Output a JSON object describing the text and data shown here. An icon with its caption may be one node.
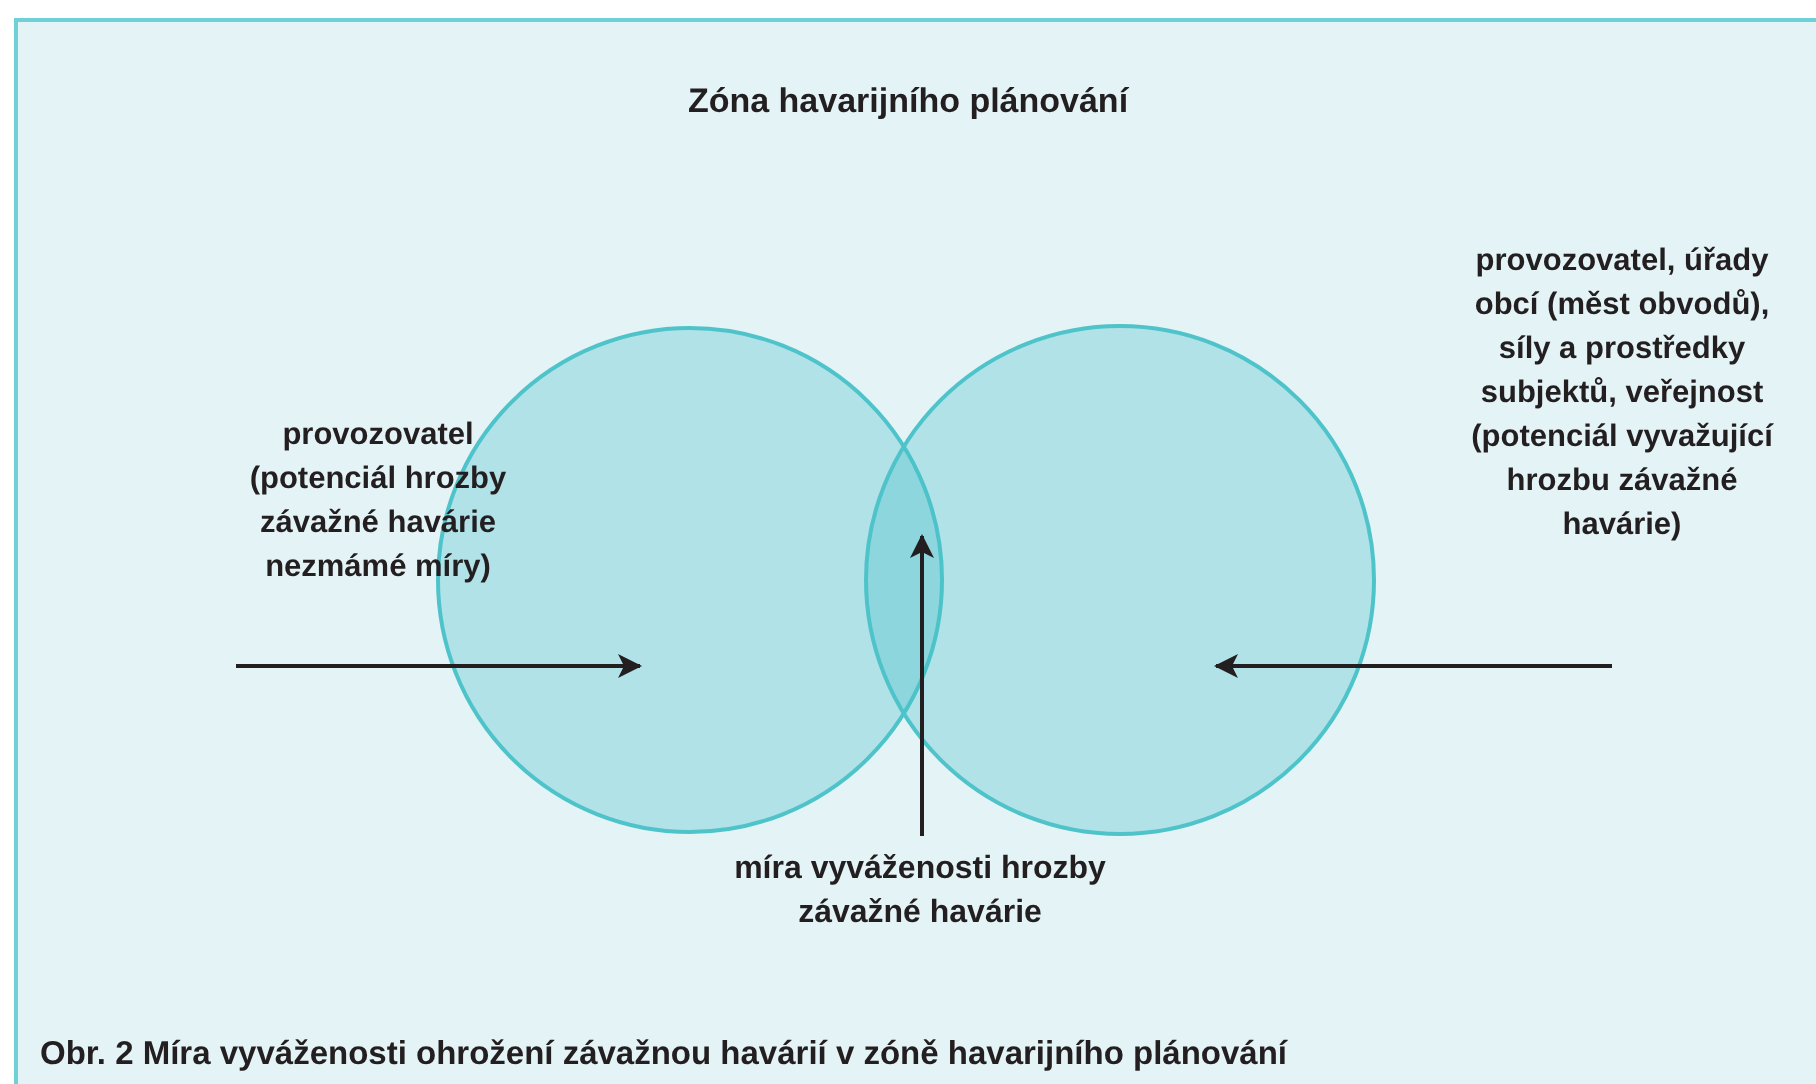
{
  "diagram": {
    "title": "Zóna havarijního plánování",
    "caption": "Obr. 2 Míra vyváženosti ohrožení závažnou havárií v zóně havarijního plánování",
    "nodes": [
      {
        "text": [],
        "shape": "circle"
      },
      {
        "text": [],
        "shape": "circle"
      },
      {
        "text": [
          "míra vyváženosti hrozby závažné havárie"
        ]
      }
    ],
    "edges": [
      {
        "from": null,
        "to": 0,
        "arrow": "to"
      },
      {
        "from": null,
        "to": 1,
        "arrow": "to"
      },
      {
        "from": 2,
        "to": 0,
        "arrow": "to"
      },
      {
        "from": 2,
        "to": 1,
        "arrow": "to"
      }
    ],
    "labels": [
      "provozovatel (potenciál hrozby závažné havárie nezmámé míry)",
      "provozovatel, úřady obcí (měst obvodů), síly a prostředky subjektů, veřejnost (potenciál vyvažující hrozbu závažné havárie)"
    ]
  }
}
